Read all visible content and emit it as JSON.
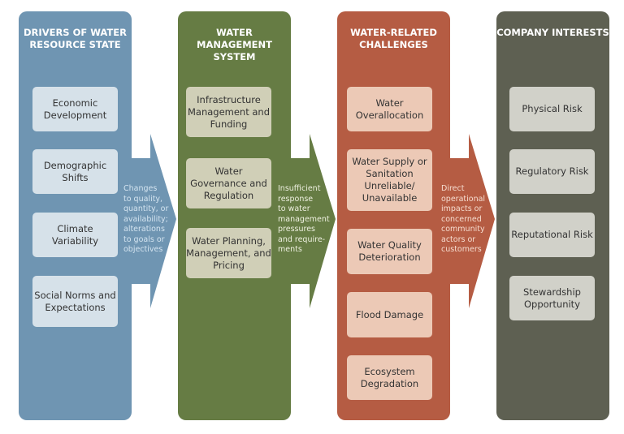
{
  "colors": {
    "blue": "#6f95b2",
    "green": "#667c44",
    "red": "#b55c43",
    "grey": "#5e6052"
  },
  "columns": [
    {
      "title": "DRIVERS OF WATER RESOURCE STATE",
      "items": [
        "Economic Development",
        "Demographic Shifts",
        "Climate Variability",
        "Social Norms and Expectations"
      ],
      "arrow_text": "Changes\nto quality,\nquantity, or\navailability;\nalterations\nto goals or\nobjectives"
    },
    {
      "title": "WATER MANAGEMENT SYSTEM",
      "items": [
        "Infrastructure Management and Funding",
        "Water Governance and Regulation",
        "Water Planning, Management, and Pricing"
      ],
      "arrow_text": "Insufficient\nresponse\nto water\nmanagement\npressures\nand require-\nments"
    },
    {
      "title": "WATER-RELATED CHALLENGES",
      "items": [
        "Water Overallocation",
        "Water Supply or Sanitation Unreliable/ Unavailable",
        "Water Quality Deterioration",
        "Flood Damage",
        "Ecosystem Degradation"
      ],
      "arrow_text": "Direct\noperational\nimpacts or\nconcerned\ncommunity\nactors or\ncustomers"
    },
    {
      "title": "COMPANY INTERESTS",
      "items": [
        "Physical Risk",
        "Regulatory Risk",
        "Reputational Risk",
        "Stewardship Opportunity"
      ]
    }
  ]
}
